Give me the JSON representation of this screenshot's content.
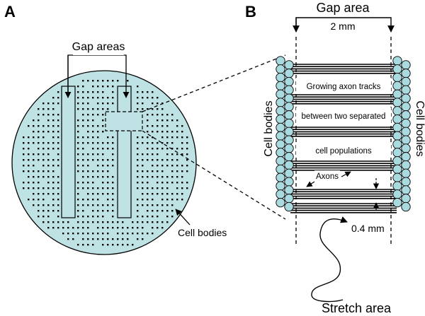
{
  "panel_a": {
    "letter": "A",
    "gap_areas_label": "Gap areas",
    "cell_bodies_label": "Cell bodies"
  },
  "panel_b": {
    "letter": "B",
    "gap_area_label": "Gap area",
    "width_label": "2 mm",
    "cell_bodies_left": "Cell bodies",
    "cell_bodies_right": "Cell bodies",
    "text_lines": [
      "Growing axon tracks",
      "between two separated",
      "cell populations"
    ],
    "axons_label": "Axons",
    "spacing_label": "0.4 mm",
    "stretch_label": "Stretch area"
  },
  "colors": {
    "dish_fill": "#bfe3e5",
    "cell_fill": "#a9dadf",
    "ink": "#000000"
  }
}
